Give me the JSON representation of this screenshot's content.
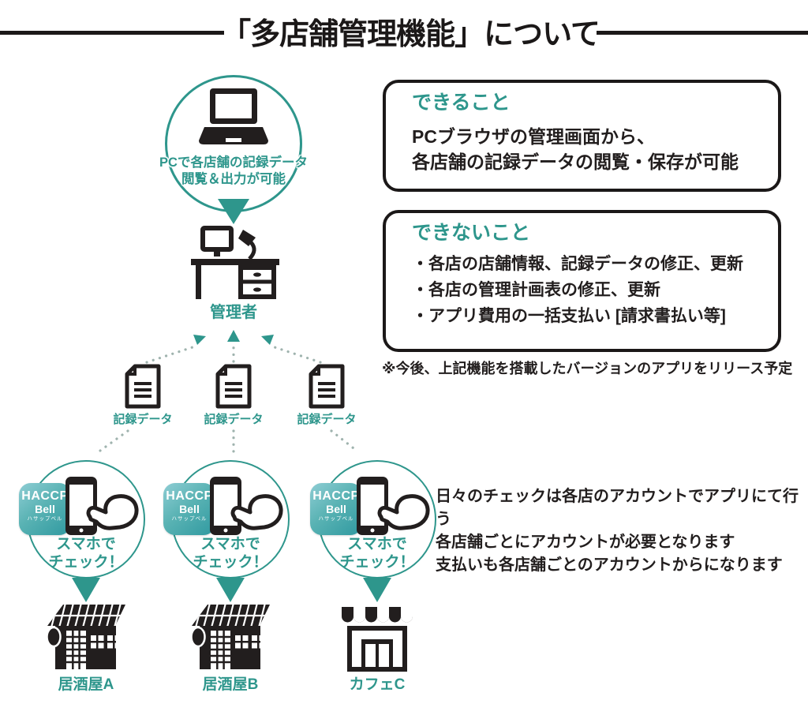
{
  "title": "「多店舗管理機能」について",
  "colors": {
    "accent_teal": "#2E968C",
    "ink_black": "#221E1E",
    "connector_dot_gray": "#9FB3AE",
    "badge_gradient_top": "#8ECDD4",
    "badge_gradient_bottom": "#2F99A0"
  },
  "icons": [
    "laptop-icon",
    "desk-workstation-icon",
    "document-icon",
    "smartphone-tap-icon",
    "haccp-bell-app-icon",
    "izakaya-store-icon",
    "cafe-store-icon",
    "arrow-down-icon",
    "arrow-up-icon"
  ],
  "pc_node": {
    "line1": "PCで各店舗の記録データ",
    "line2": "閲覧＆出力が可能"
  },
  "manager": {
    "label": "管理者"
  },
  "records": [
    {
      "label": "記録データ"
    },
    {
      "label": "記録データ"
    },
    {
      "label": "記録データ"
    }
  ],
  "app_badge": {
    "line1": "HACCP",
    "line2": "Bell",
    "line3": "ハサップベル"
  },
  "phone_nodes": [
    {
      "line1": "スマホで",
      "line2": "チェック！"
    },
    {
      "line1": "スマホで",
      "line2": "チェック！"
    },
    {
      "line1": "スマホで",
      "line2": "チェック！"
    }
  ],
  "stores": [
    {
      "name": "居酒屋A"
    },
    {
      "name": "居酒屋B"
    },
    {
      "name": "カフェC"
    }
  ],
  "can_box": {
    "heading": "できること",
    "line1": "PCブラウザの管理画面から、",
    "line2": "各店舗の記録データの閲覧・保存が可能"
  },
  "cannot_box": {
    "heading": "できないこと",
    "items": [
      "・各店の店舗情報、記録データの修正、更新",
      "・各店の管理計画表の修正、更新",
      "・アプリ費用の一括支払い [請求書払い等]"
    ]
  },
  "release_note": "※今後、上記機能を搭載したバージョンのアプリをリリース予定",
  "account_notes": [
    "日々のチェックは各店のアカウントでアプリにて行う",
    "各店舗ごとにアカウントが必要となります",
    "支払いも各店舗ごとのアカウントからになります"
  ]
}
